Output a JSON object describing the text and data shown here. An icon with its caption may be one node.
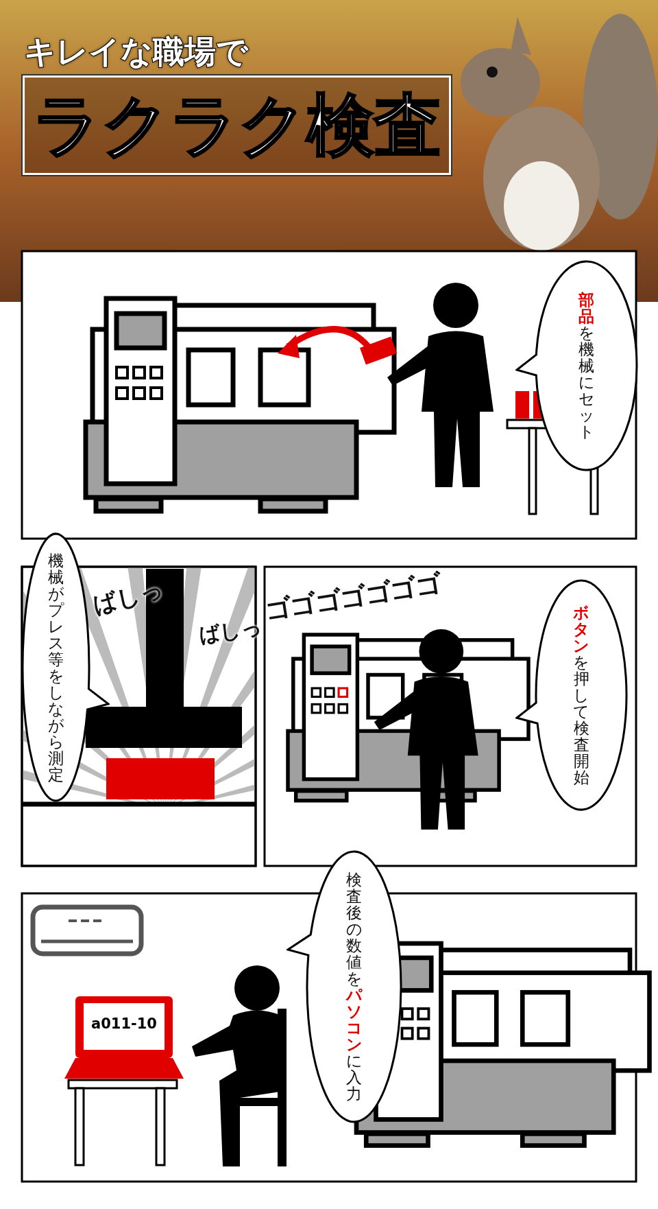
{
  "diagram": {
    "title": "ラクラク検査",
    "nodes": [
      {
        "text": [
          "**部品**を機械にセット"
        ]
      },
      {
        "text": [
          "機械がプレス等をしながら測定"
        ]
      },
      {
        "text": [
          "**ボタン**を押して検査開始"
        ]
      },
      {
        "text": [
          "検査後の数値を**パソコン**に入力"
        ]
      }
    ],
    "edges": [],
    "labels": [
      "キレイな職場で",
      "ばしっ",
      "ばしっ",
      "ゴゴゴゴゴゴゴ",
      "a011-10"
    ]
  }
}
